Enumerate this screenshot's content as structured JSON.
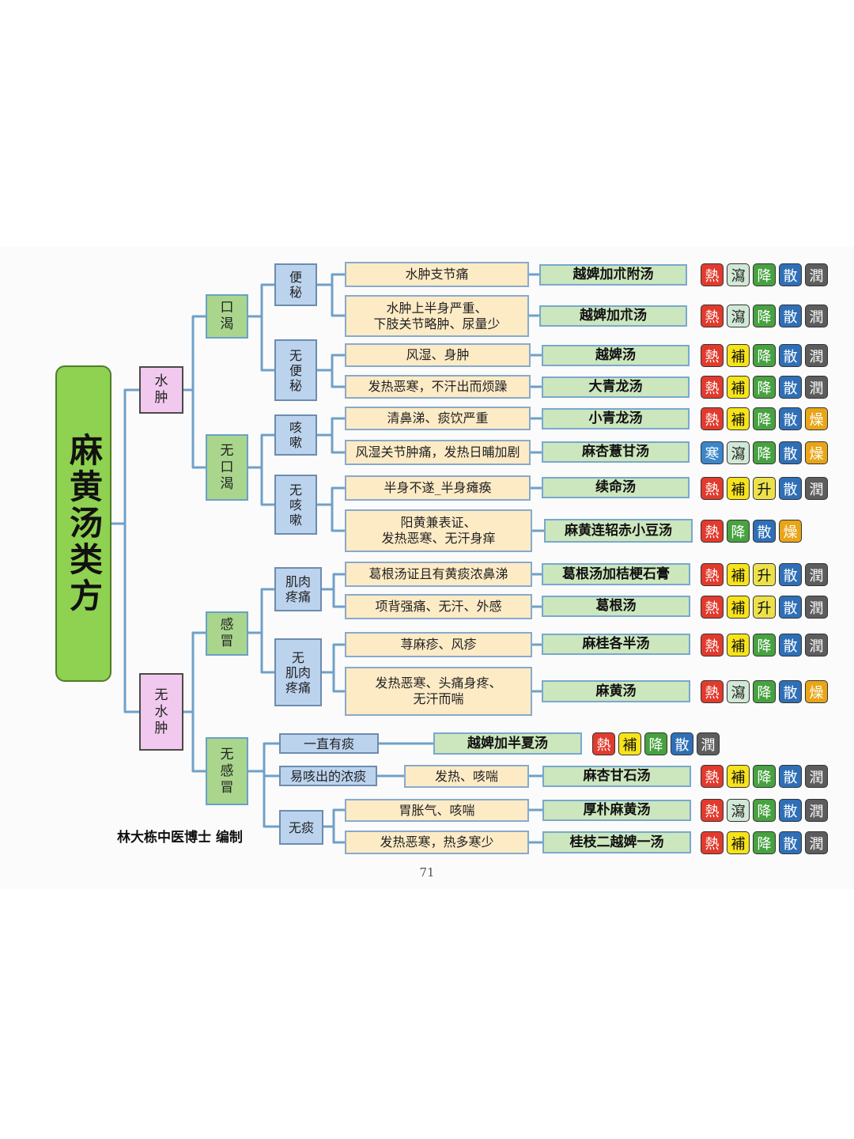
{
  "title": "麻黄汤类方",
  "author_credit": "林大栋中医博士 编制",
  "page_number": "71",
  "colors": {
    "title_green": "#8fd150",
    "level1_pink": "#f2c9ee",
    "level2_green": "#a9d68c",
    "level3_blue": "#bcd3ee",
    "symptom_cream": "#fdebc6",
    "formula_green": "#cce6bd",
    "connector_blue": "#6fa0c8"
  },
  "badge_colors": {
    "熱": "#e23b2e",
    "寒": "#3b86c9",
    "瀉": "#d2e8d6",
    "補": "#f7e31a",
    "降": "#47a240",
    "升": "#ece14b",
    "散": "#2f6fb7",
    "潤": "#5d5d5d",
    "燥": "#e8a517"
  },
  "level1": [
    "水\n肿",
    "无\n水\n肿"
  ],
  "level2": [
    "口\n渴",
    "无\n口\n渴",
    "感\n冒",
    "无\n感\n冒"
  ],
  "level3": [
    "便\n秘",
    "无\n便\n秘",
    "咳\n嗽",
    "无\n咳\n嗽",
    "肌肉\n疼痛",
    "无\n肌肉\n疼痛",
    "一直有痰",
    "易咳出的浓痰",
    "无痰"
  ],
  "rows": [
    {
      "symptom": "水肿支节痛",
      "formula": "越婢加朮附汤",
      "badges": [
        "熱",
        "瀉",
        "降",
        "散",
        "潤"
      ]
    },
    {
      "symptom": "水肿上半身严重、\n下肢关节略肿、尿量少",
      "formula": "越婢加朮汤",
      "badges": [
        "熱",
        "瀉",
        "降",
        "散",
        "潤"
      ]
    },
    {
      "symptom": "风湿、身肿",
      "formula": "越婢汤",
      "badges": [
        "熱",
        "補",
        "降",
        "散",
        "潤"
      ]
    },
    {
      "symptom": "发热恶寒，不汗出而烦躁",
      "formula": "大青龙汤",
      "badges": [
        "熱",
        "補",
        "降",
        "散",
        "潤"
      ]
    },
    {
      "symptom": "清鼻涕、痰饮严重",
      "formula": "小青龙汤",
      "badges": [
        "熱",
        "補",
        "降",
        "散",
        "燥"
      ]
    },
    {
      "symptom": "风湿关节肿痛，发热日晡加剧",
      "formula": "麻杏薏甘汤",
      "badges": [
        "寒",
        "瀉",
        "降",
        "散",
        "燥"
      ]
    },
    {
      "symptom": "半身不遂_半身瘫痪",
      "formula": "续命汤",
      "badges": [
        "熱",
        "補",
        "升",
        "散",
        "潤"
      ]
    },
    {
      "symptom": "阳黄兼表证、\n发热恶寒、无汗身痒",
      "formula": "麻黄连轺赤小豆汤",
      "badges": [
        "熱",
        "降",
        "散",
        "燥"
      ]
    },
    {
      "symptom": "葛根汤证且有黄痰浓鼻涕",
      "formula": "葛根汤加桔梗石膏",
      "badges": [
        "熱",
        "補",
        "升",
        "散",
        "潤"
      ]
    },
    {
      "symptom": "项背强痛、无汗、外感",
      "formula": "葛根汤",
      "badges": [
        "熱",
        "補",
        "升",
        "散",
        "潤"
      ]
    },
    {
      "symptom": "荨麻疹、风疹",
      "formula": "麻桂各半汤",
      "badges": [
        "熱",
        "補",
        "降",
        "散",
        "潤"
      ]
    },
    {
      "symptom": "发热恶寒、头痛身疼、\n无汗而喘",
      "formula": "麻黄汤",
      "badges": [
        "熱",
        "瀉",
        "降",
        "散",
        "燥"
      ]
    },
    {
      "symptom": "",
      "formula": "越婢加半夏汤",
      "badges": [
        "熱",
        "補",
        "降",
        "散",
        "潤"
      ]
    },
    {
      "symptom": "发热、咳喘",
      "formula": "麻杏甘石汤",
      "badges": [
        "熱",
        "補",
        "降",
        "散",
        "潤"
      ]
    },
    {
      "symptom": "胃胀气、咳喘",
      "formula": "厚朴麻黄汤",
      "badges": [
        "熱",
        "瀉",
        "降",
        "散",
        "潤"
      ]
    },
    {
      "symptom": "发热恶寒，热多寒少",
      "formula": "桂枝二越婢一汤",
      "badges": [
        "熱",
        "補",
        "降",
        "散",
        "潤"
      ]
    }
  ]
}
